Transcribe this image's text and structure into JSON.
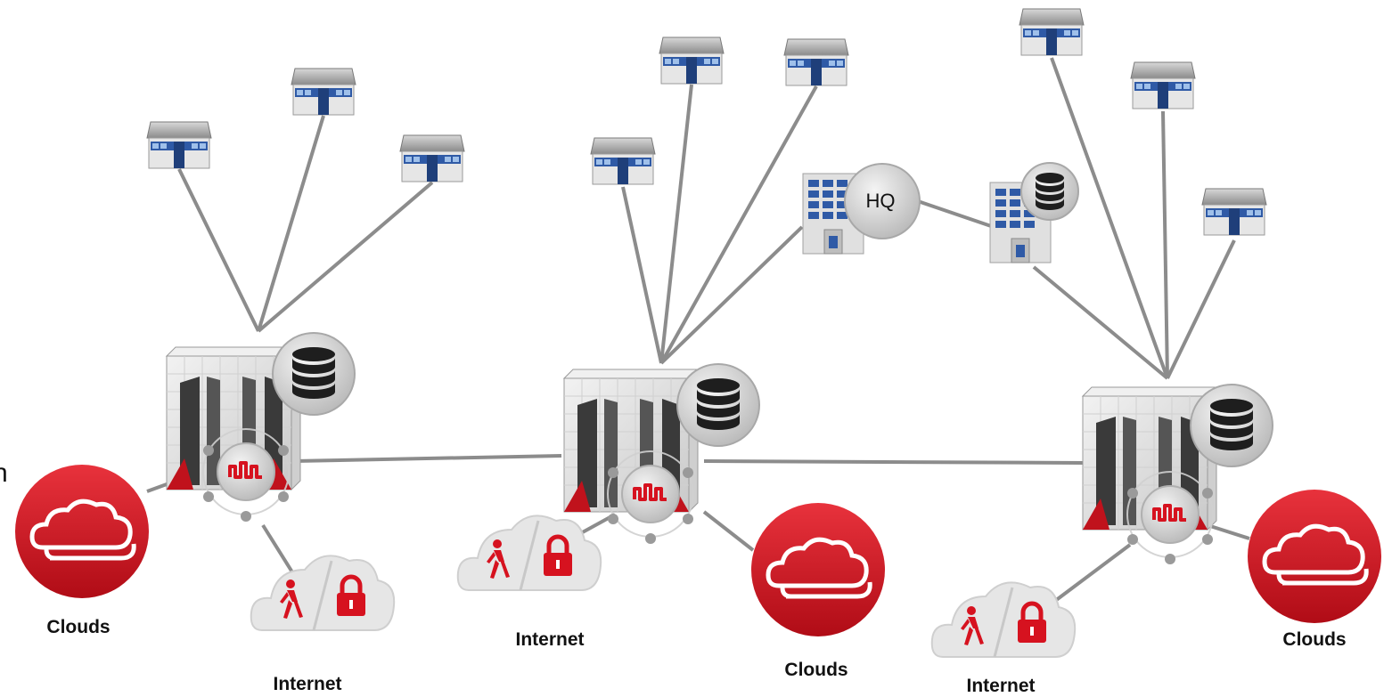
{
  "labels": {
    "clouds_1": "Clouds",
    "clouds_2": "Clouds",
    "clouds_3": "Clouds",
    "internet_1": "Internet",
    "internet_2": "Internet",
    "internet_3": "Internet",
    "hq": "HQ",
    "edge_fragment": "n"
  },
  "colors": {
    "link": "#8c8c8c",
    "cloud_red": "#d6121f",
    "dark_red": "#9c0d15",
    "building_blue": "#2f5aa6",
    "roof_gray": "#9a9a9a"
  },
  "icons": [
    "branch-store-icon",
    "office-building-icon",
    "datacenter-icon",
    "database-icon",
    "exchange-hub-icon",
    "cloud-icon",
    "internet-security-cloud-icon"
  ]
}
